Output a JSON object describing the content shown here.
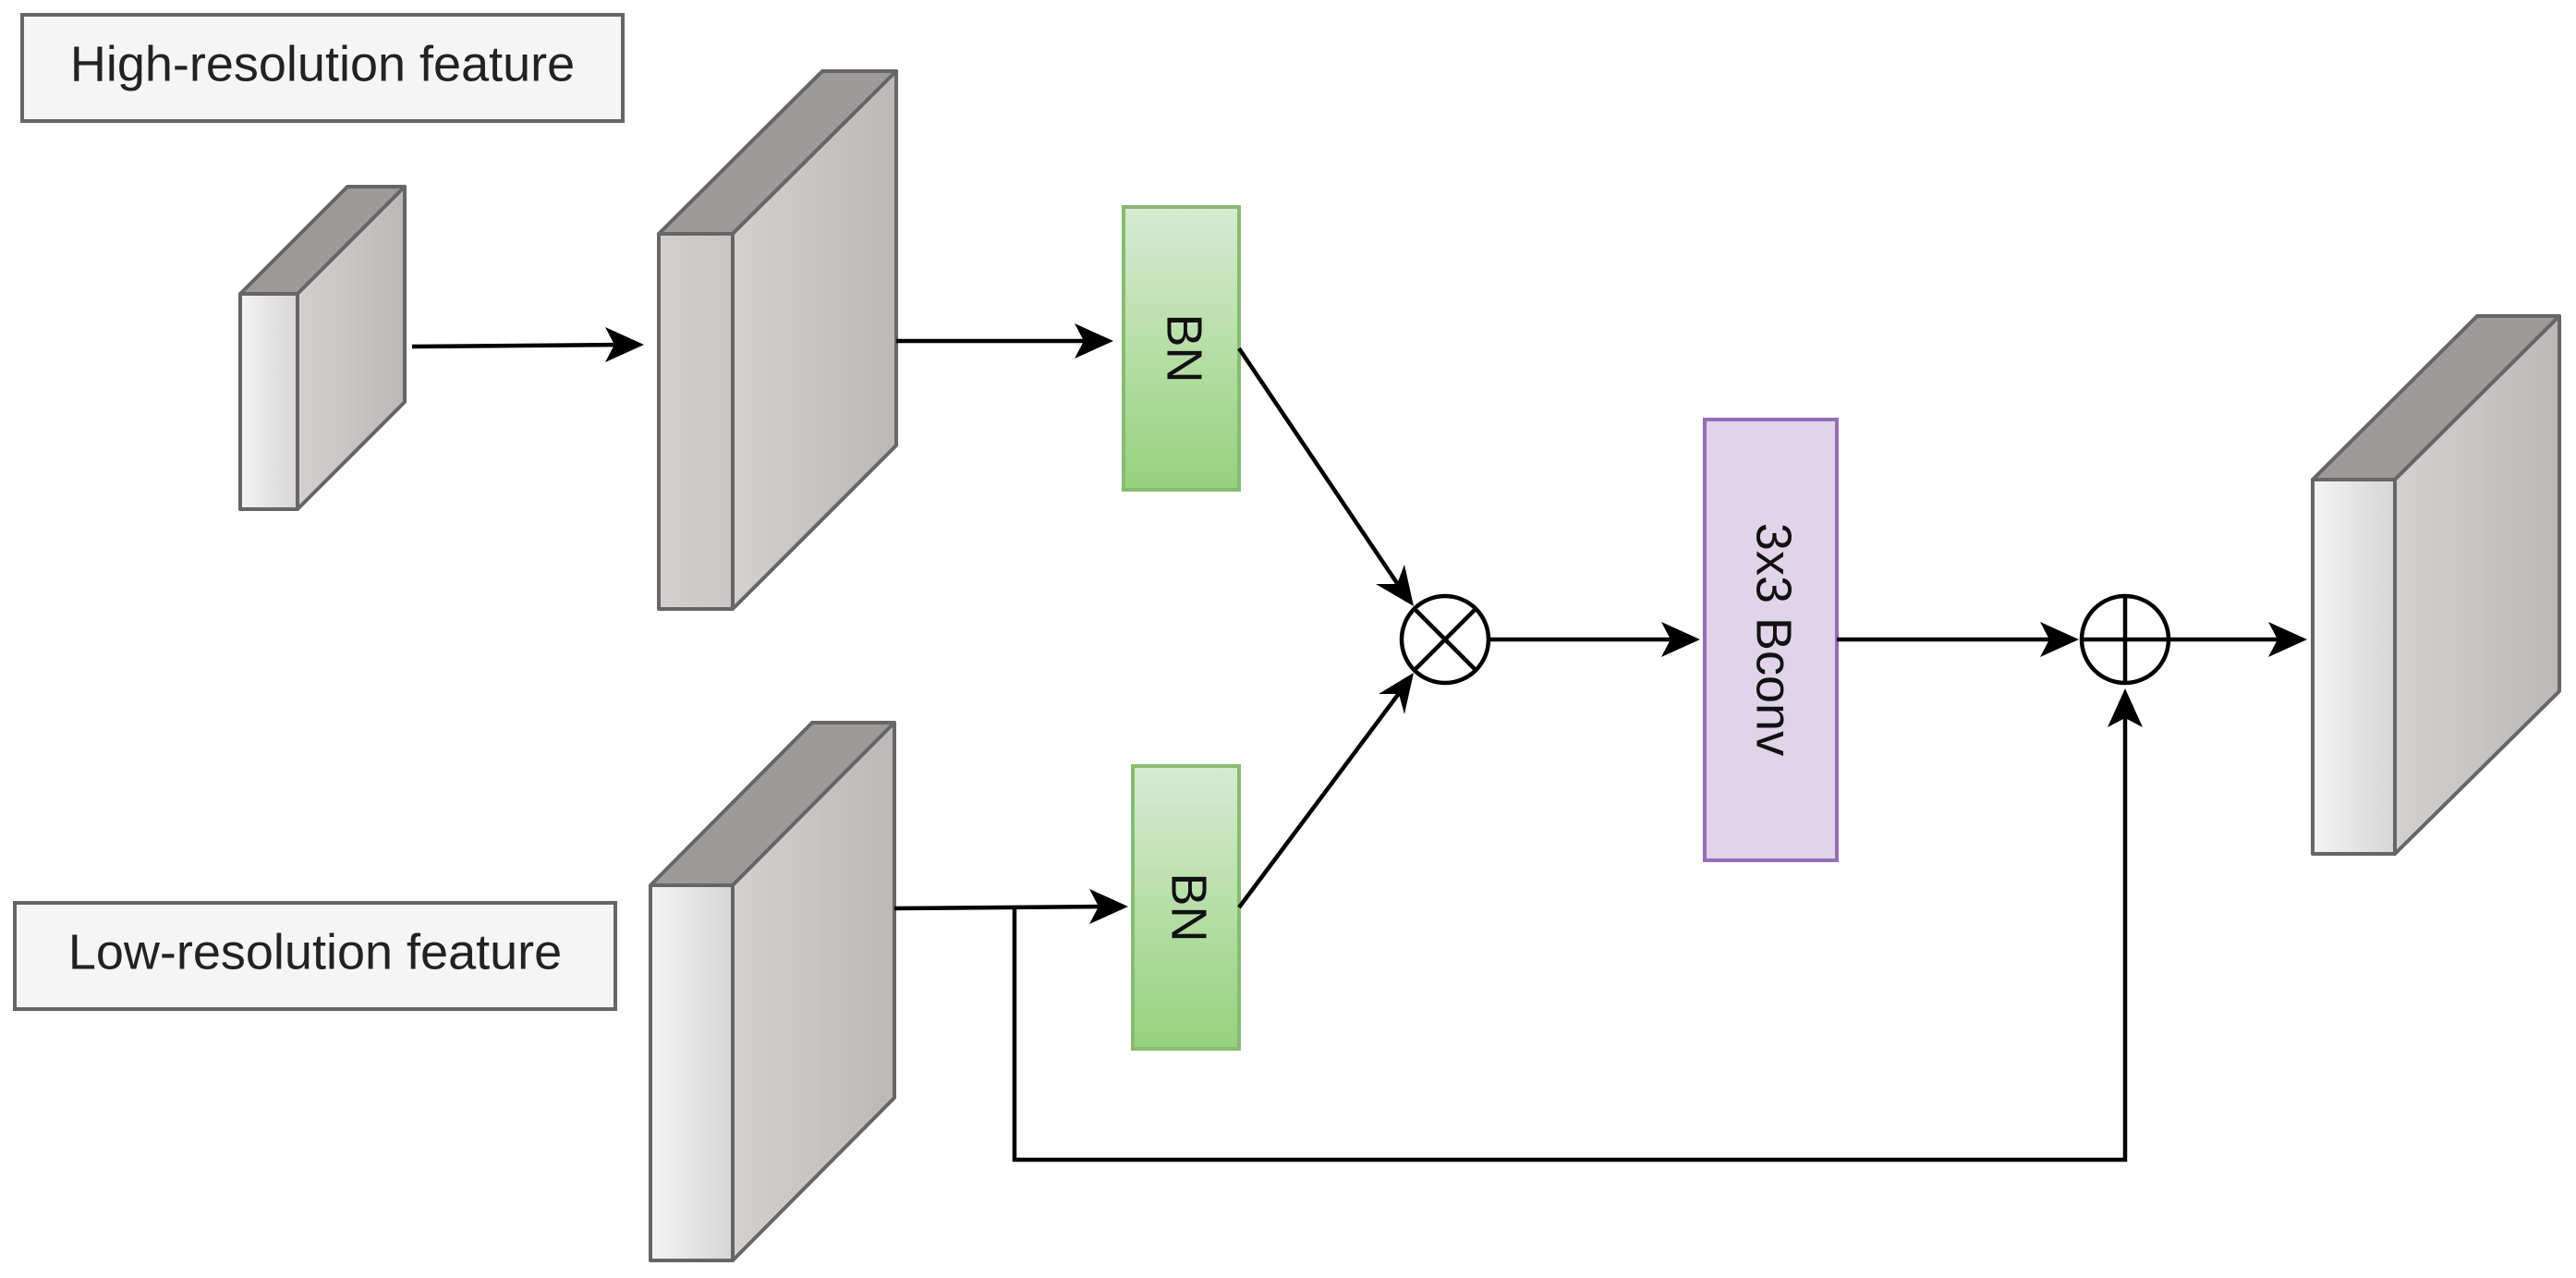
{
  "labels": {
    "high_resolution": "High-resolution feature",
    "low_resolution": "Low-resolution feature"
  },
  "blocks": {
    "bn_top": "BN",
    "bn_bottom": "BN",
    "conv": "3x3 Bconv"
  },
  "operators": {
    "multiply": "⊗",
    "add": "⊕"
  },
  "colors": {
    "bn_fill_top": "#d6ebd3",
    "bn_fill_bottom": "#97d17c",
    "bn_stroke": "#88bb72",
    "conv_fill": "#e1d4e8",
    "conv_stroke": "#9a6bb5",
    "label_box_fill": "#f5f5f5",
    "label_box_stroke": "#666666",
    "arrow": "#000000"
  }
}
